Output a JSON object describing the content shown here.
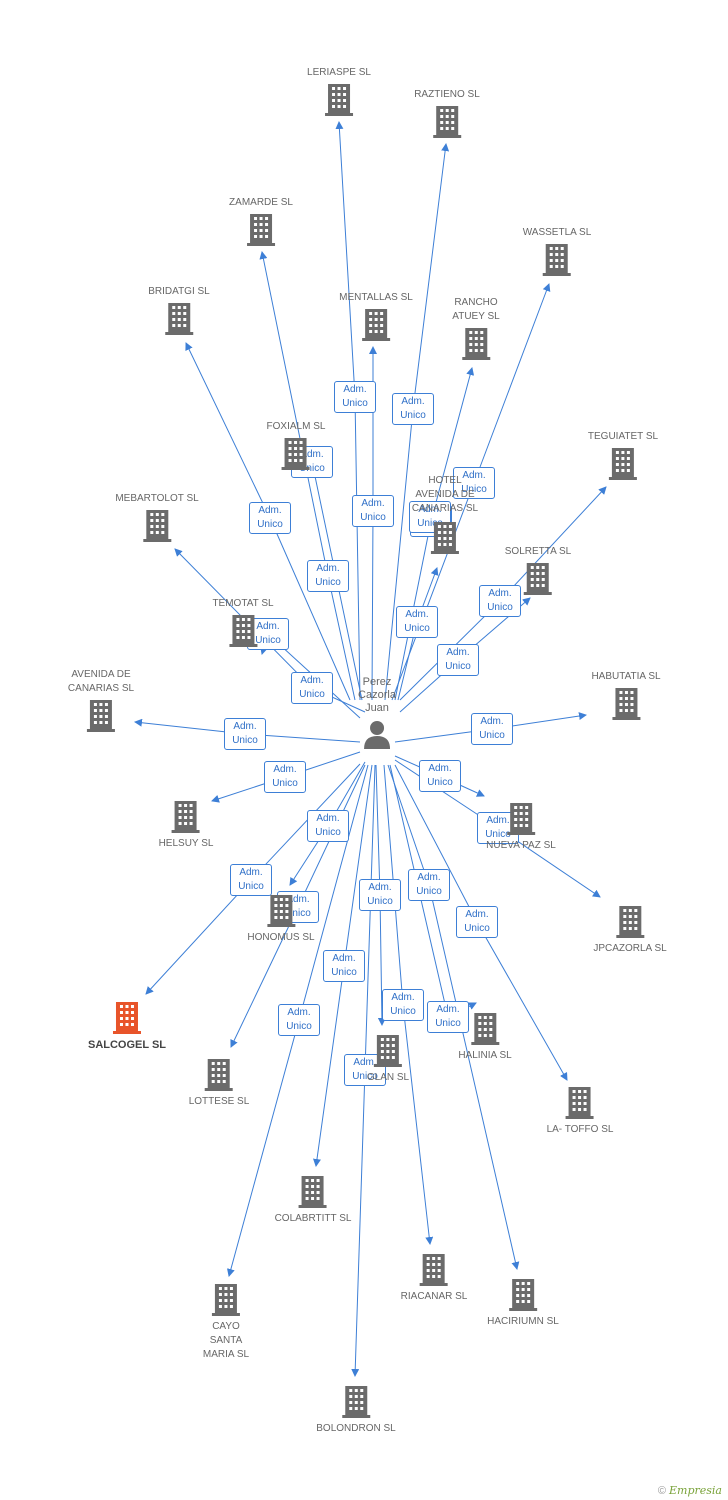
{
  "colors": {
    "edge": "#3d7fd6",
    "building": "#6b6b6b",
    "highlight": "#e8542a",
    "person": "#6b6b6b"
  },
  "person": {
    "label": "Perez\nCazorla\nJuan",
    "icon": "person-icon"
  },
  "edge_label_line1": "Adm.",
  "edge_label_line2": "Unico",
  "nodes": [
    {
      "id": "leriaspe",
      "label": "LERIASPE SL"
    },
    {
      "id": "raztieno",
      "label": "RAZTIENO SL"
    },
    {
      "id": "zamarde",
      "label": "ZAMARDE SL"
    },
    {
      "id": "wassetla",
      "label": "WASSETLA SL"
    },
    {
      "id": "bridatgi",
      "label": "BRIDATGI SL"
    },
    {
      "id": "mentallas",
      "label": "MENTALLAS SL"
    },
    {
      "id": "rancho",
      "label": "RANCHO\nATUEY SL"
    },
    {
      "id": "teguiatet",
      "label": "TEGUIATET SL"
    },
    {
      "id": "foxialm",
      "label": "FOXIALM SL"
    },
    {
      "id": "hotel",
      "label": "HOTEL\nAVENIDA DE\nCANARIAS SL"
    },
    {
      "id": "mebartolot",
      "label": "MEBARTOLOT SL"
    },
    {
      "id": "solretta",
      "label": "SOLRETTA SL"
    },
    {
      "id": "temotat",
      "label": "TEMOTAT SL"
    },
    {
      "id": "avenida",
      "label": "AVENIDA DE\nCANARIAS SL"
    },
    {
      "id": "habutatia",
      "label": "HABUTATIA SL"
    },
    {
      "id": "helsuy",
      "label": "HELSUY SL"
    },
    {
      "id": "nuevapaz",
      "label": "NUEVA PAZ SL"
    },
    {
      "id": "honomus",
      "label": "HONOMUS SL"
    },
    {
      "id": "jpcazorla",
      "label": "JPCAZORLA SL"
    },
    {
      "id": "salcogel",
      "label": "SALCOGEL SL",
      "highlight": true
    },
    {
      "id": "halinia",
      "label": "HALINIA SL"
    },
    {
      "id": "glan",
      "label": "GLAN SL"
    },
    {
      "id": "lottese",
      "label": "LOTTESE SL"
    },
    {
      "id": "latoffo",
      "label": "LA- TOFFO SL"
    },
    {
      "id": "colabrtitt",
      "label": "COLABRTITT SL"
    },
    {
      "id": "riacanar",
      "label": "RIACANAR SL"
    },
    {
      "id": "haciriumn",
      "label": "HACIRIUMN SL"
    },
    {
      "id": "cayo",
      "label": "CAYO\nSANTA\nMARIA SL"
    },
    {
      "id": "bolondron",
      "label": "BOLONDRON SL"
    }
  ],
  "footer": {
    "copyright": "©",
    "brand": "Empresia"
  }
}
